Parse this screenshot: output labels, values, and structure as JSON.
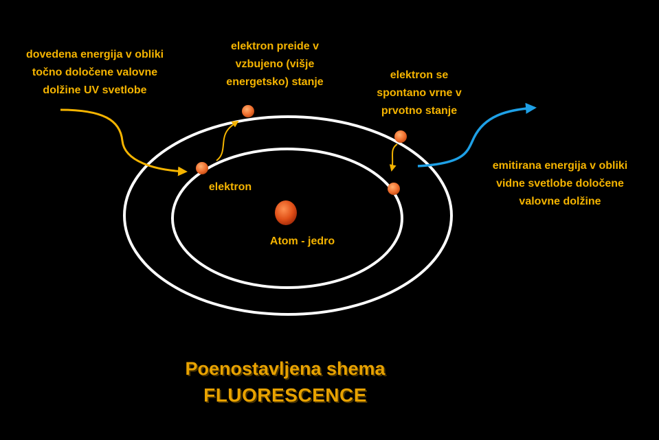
{
  "colors": {
    "background": "#000000",
    "orbit": "#ffffff",
    "label_text": "#f5b400",
    "title_text": "#e8a200",
    "absorb_arrow": "#f5b400",
    "emit_arrow": "#1ea0e6",
    "electron": "#f07030",
    "nucleus": "#e05018"
  },
  "labels": {
    "input_energy": [
      "dovedena energija v obliki",
      "točno določene valovne",
      "dolžine UV svetlobe"
    ],
    "excited_state": [
      "elektron preide v",
      "vzbujeno (višje",
      "energetsko) stanje"
    ],
    "return_state": [
      "elektron se",
      "spontano vrne v",
      "prvotno stanje"
    ],
    "emitted_energy": [
      "emitirana energija v obliki",
      "vidne svetlobe določene",
      "valovne dolžine"
    ],
    "electron": "elektron",
    "nucleus": "Atom - jedro"
  },
  "title": {
    "line1": "Poenostavljena shema",
    "line2": "FLUORESCENCE"
  },
  "icons": {
    "electron": "orange-circle",
    "nucleus": "red-oval",
    "absorb_arrow": "yellow-wavy-arrow",
    "emit_arrow": "blue-wavy-arrow"
  }
}
